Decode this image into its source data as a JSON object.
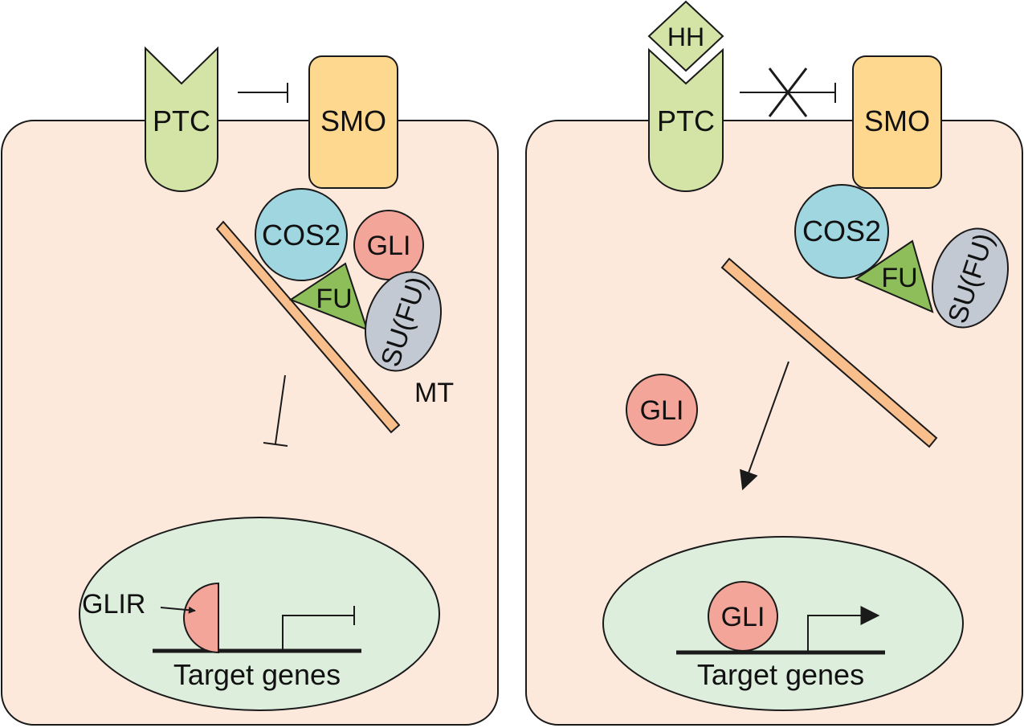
{
  "colors": {
    "cell_fill": "#fde9dc",
    "nucleus_fill": "#ddeedd",
    "ptc_fill": "#d4e4a6",
    "hh_fill": "#d4e4a6",
    "smo_fill": "#ffd890",
    "cos2_fill": "#9fd6e0",
    "gli_fill": "#f4a59a",
    "fu_fill": "#8dbe5a",
    "sufu_fill": "#c3c9d3",
    "mt_fill": "#f8bf8c",
    "stroke": "#1a1a1a"
  },
  "left_panel": {
    "ptc": "PTC",
    "smo": "SMO",
    "cos2": "COS2",
    "gli": "GLI",
    "fu": "FU",
    "sufu": "SU(FU)",
    "mt": "MT",
    "glir": "GLIR",
    "target_genes": "Target genes"
  },
  "right_panel": {
    "hh": "HH",
    "ptc": "PTC",
    "smo": "SMO",
    "cos2": "COS2",
    "fu": "FU",
    "sufu": "SU(FU)",
    "gli_free": "GLI",
    "gli_nuclear": "GLI",
    "target_genes": "Target genes"
  }
}
